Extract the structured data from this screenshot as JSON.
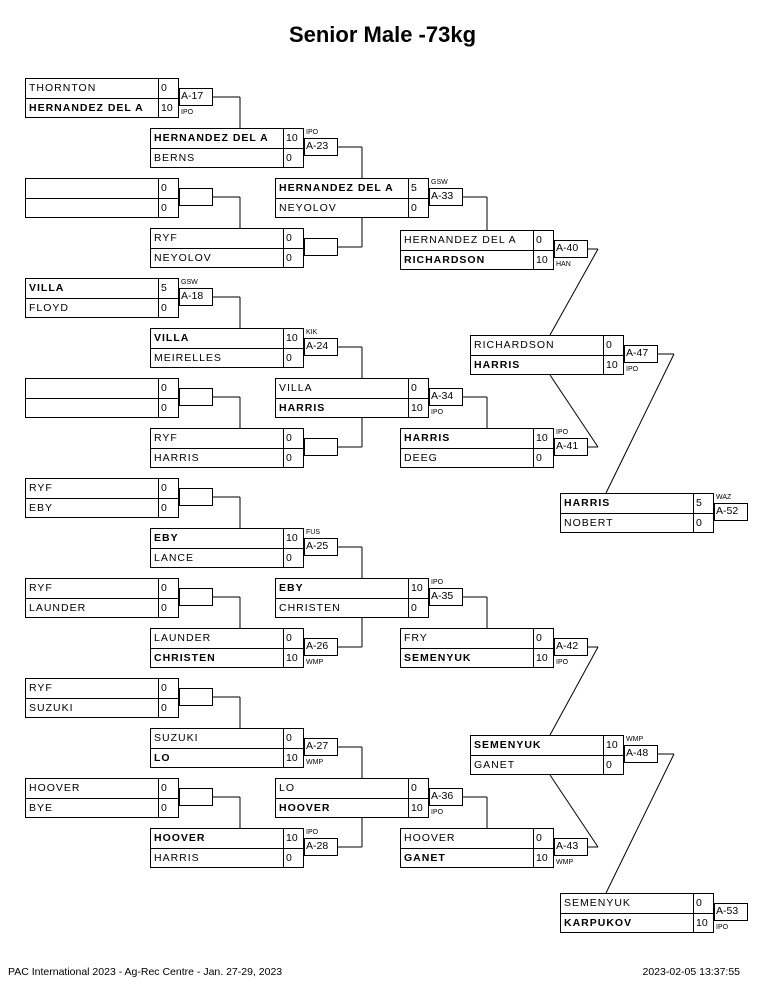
{
  "title": "Senior Male -73kg",
  "footer": {
    "left": "PAC International 2023 - Ag-Rec Centre - Jan. 27-29, 2023",
    "right": "2023-02-05 13:37:55"
  },
  "matches": [
    {
      "id": "A-17",
      "top": {
        "name": "THORNTON",
        "score": "0"
      },
      "bottom": {
        "name": "HERNANDEZ DEL A",
        "score": "10"
      },
      "winner": "bottom",
      "result": "IPO"
    },
    {
      "id": "",
      "top": {
        "name": "",
        "score": "0"
      },
      "bottom": {
        "name": "",
        "score": "0"
      },
      "winner": "",
      "result": ""
    },
    {
      "id": "A-18",
      "top": {
        "name": "VILLA",
        "score": "5"
      },
      "bottom": {
        "name": "FLOYD",
        "score": "0"
      },
      "winner": "top",
      "result": "GSW"
    },
    {
      "id": "",
      "top": {
        "name": "",
        "score": "0"
      },
      "bottom": {
        "name": "",
        "score": "0"
      },
      "winner": "",
      "result": ""
    },
    {
      "id": "",
      "top": {
        "name": "RYF",
        "score": "0"
      },
      "bottom": {
        "name": "EBY",
        "score": "0"
      },
      "winner": "",
      "result": ""
    },
    {
      "id": "",
      "top": {
        "name": "RYF",
        "score": "0"
      },
      "bottom": {
        "name": "LAUNDER",
        "score": "0"
      },
      "winner": "",
      "result": ""
    },
    {
      "id": "",
      "top": {
        "name": "RYF",
        "score": "0"
      },
      "bottom": {
        "name": "SUZUKI",
        "score": "0"
      },
      "winner": "",
      "result": ""
    },
    {
      "id": "",
      "top": {
        "name": "HOOVER",
        "score": "0"
      },
      "bottom": {
        "name": "BYE",
        "score": "0"
      },
      "winner": "",
      "result": ""
    },
    {
      "id": "A-23",
      "top": {
        "name": "HERNANDEZ DEL A",
        "score": "10"
      },
      "bottom": {
        "name": "BERNS",
        "score": "0"
      },
      "winner": "top",
      "result": "IPO"
    },
    {
      "id": "",
      "top": {
        "name": "RYF",
        "score": "0"
      },
      "bottom": {
        "name": "NEYOLOV",
        "score": "0"
      },
      "winner": "",
      "result": ""
    },
    {
      "id": "A-24",
      "top": {
        "name": "VILLA",
        "score": "10"
      },
      "bottom": {
        "name": "MEIRELLES",
        "score": "0"
      },
      "winner": "top",
      "result": "KIK"
    },
    {
      "id": "",
      "top": {
        "name": "RYF",
        "score": "0"
      },
      "bottom": {
        "name": "HARRIS",
        "score": "0"
      },
      "winner": "",
      "result": ""
    },
    {
      "id": "A-25",
      "top": {
        "name": "EBY",
        "score": "10"
      },
      "bottom": {
        "name": "LANCE",
        "score": "0"
      },
      "winner": "top",
      "result": "FUS"
    },
    {
      "id": "A-26",
      "top": {
        "name": "LAUNDER",
        "score": "0"
      },
      "bottom": {
        "name": "CHRISTEN",
        "score": "10"
      },
      "winner": "bottom",
      "result": "WMP"
    },
    {
      "id": "A-27",
      "top": {
        "name": "SUZUKI",
        "score": "0"
      },
      "bottom": {
        "name": "LO",
        "score": "10"
      },
      "winner": "bottom",
      "result": "WMP"
    },
    {
      "id": "A-28",
      "top": {
        "name": "HOOVER",
        "score": "10"
      },
      "bottom": {
        "name": "HARRIS",
        "score": "0"
      },
      "winner": "top",
      "result": "IPO"
    },
    {
      "id": "A-33",
      "top": {
        "name": "HERNANDEZ DEL A",
        "score": "5"
      },
      "bottom": {
        "name": "NEYOLOV",
        "score": "0"
      },
      "winner": "top",
      "result": "GSW"
    },
    {
      "id": "A-34",
      "top": {
        "name": "VILLA",
        "score": "0"
      },
      "bottom": {
        "name": "HARRIS",
        "score": "10"
      },
      "winner": "bottom",
      "result": "IPO"
    },
    {
      "id": "A-35",
      "top": {
        "name": "EBY",
        "score": "10"
      },
      "bottom": {
        "name": "CHRISTEN",
        "score": "0"
      },
      "winner": "top",
      "result": "IPO"
    },
    {
      "id": "A-36",
      "top": {
        "name": "LO",
        "score": "0"
      },
      "bottom": {
        "name": "HOOVER",
        "score": "10"
      },
      "winner": "bottom",
      "result": "IPO"
    },
    {
      "id": "A-40",
      "top": {
        "name": "HERNANDEZ DEL A",
        "score": "0"
      },
      "bottom": {
        "name": "RICHARDSON",
        "score": "10"
      },
      "winner": "bottom",
      "result": "HAN"
    },
    {
      "id": "A-41",
      "top": {
        "name": "HARRIS",
        "score": "10"
      },
      "bottom": {
        "name": "DEEG",
        "score": "0"
      },
      "winner": "top",
      "result": "IPO"
    },
    {
      "id": "A-42",
      "top": {
        "name": "FRY",
        "score": "0"
      },
      "bottom": {
        "name": "SEMENYUK",
        "score": "10"
      },
      "winner": "bottom",
      "result": "IPO"
    },
    {
      "id": "A-43",
      "top": {
        "name": "HOOVER",
        "score": "0"
      },
      "bottom": {
        "name": "GANET",
        "score": "10"
      },
      "winner": "bottom",
      "result": "WMP"
    },
    {
      "id": "A-47",
      "top": {
        "name": "RICHARDSON",
        "score": "0"
      },
      "bottom": {
        "name": "HARRIS",
        "score": "10"
      },
      "winner": "bottom",
      "result": "IPO"
    },
    {
      "id": "A-48",
      "top": {
        "name": "SEMENYUK",
        "score": "10"
      },
      "bottom": {
        "name": "GANET",
        "score": "0"
      },
      "winner": "top",
      "result": "WMP"
    },
    {
      "id": "A-52",
      "top": {
        "name": "HARRIS",
        "score": "5"
      },
      "bottom": {
        "name": "NOBERT",
        "score": "0"
      },
      "winner": "top",
      "result": "WAZ"
    },
    {
      "id": "A-53",
      "top": {
        "name": "SEMENYUK",
        "score": "0"
      },
      "bottom": {
        "name": "KARPUKOV",
        "score": "10"
      },
      "winner": "bottom",
      "result": "IPO"
    }
  ]
}
